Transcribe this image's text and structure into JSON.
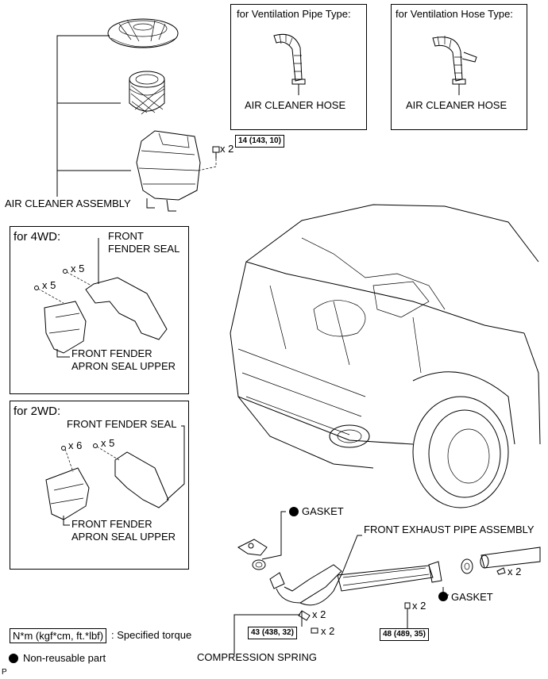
{
  "top_left": {
    "assembly_label": "AIR CLEANER ASSEMBLY",
    "bolt_count": "x 2",
    "torque": "14 (143, 10)"
  },
  "panel_pipe": {
    "title": "for Ventilation Pipe Type:",
    "part_label": "AIR CLEANER HOSE"
  },
  "panel_hose": {
    "title": "for Ventilation Hose Type:",
    "part_label": "AIR CLEANER HOSE"
  },
  "panel_4wd": {
    "title": "for 4WD:",
    "fender_seal_line1": "FRONT",
    "fender_seal_line2": "FENDER SEAL",
    "count_a": "x 5",
    "count_b": "x 5",
    "apron_line1": "FRONT FENDER",
    "apron_line2": "APRON SEAL UPPER"
  },
  "panel_2wd": {
    "title": "for 2WD:",
    "fender_seal": "FRONT FENDER SEAL",
    "count_a": "x 6",
    "count_b": "x 5",
    "apron_line1": "FRONT FENDER",
    "apron_line2": "APRON SEAL UPPER"
  },
  "exhaust": {
    "gasket_top": "GASKET",
    "pipe_assembly": "FRONT EXHAUST PIPE ASSEMBLY",
    "gasket_right": "GASKET",
    "count_right": "x 2",
    "count_mid": "x 2",
    "count_spring": "x 2",
    "count_bolt": "x 2",
    "torque_left": "43 (438, 32)",
    "torque_right": "48 (489, 35)",
    "spring_label": "COMPRESSION SPRING"
  },
  "legend": {
    "torque_unit": "N*m (kgf*cm, ft.*lbf)",
    "torque_desc": ": Specified torque",
    "nonreusable": "Non-reusable part",
    "corner_mark": "P"
  }
}
